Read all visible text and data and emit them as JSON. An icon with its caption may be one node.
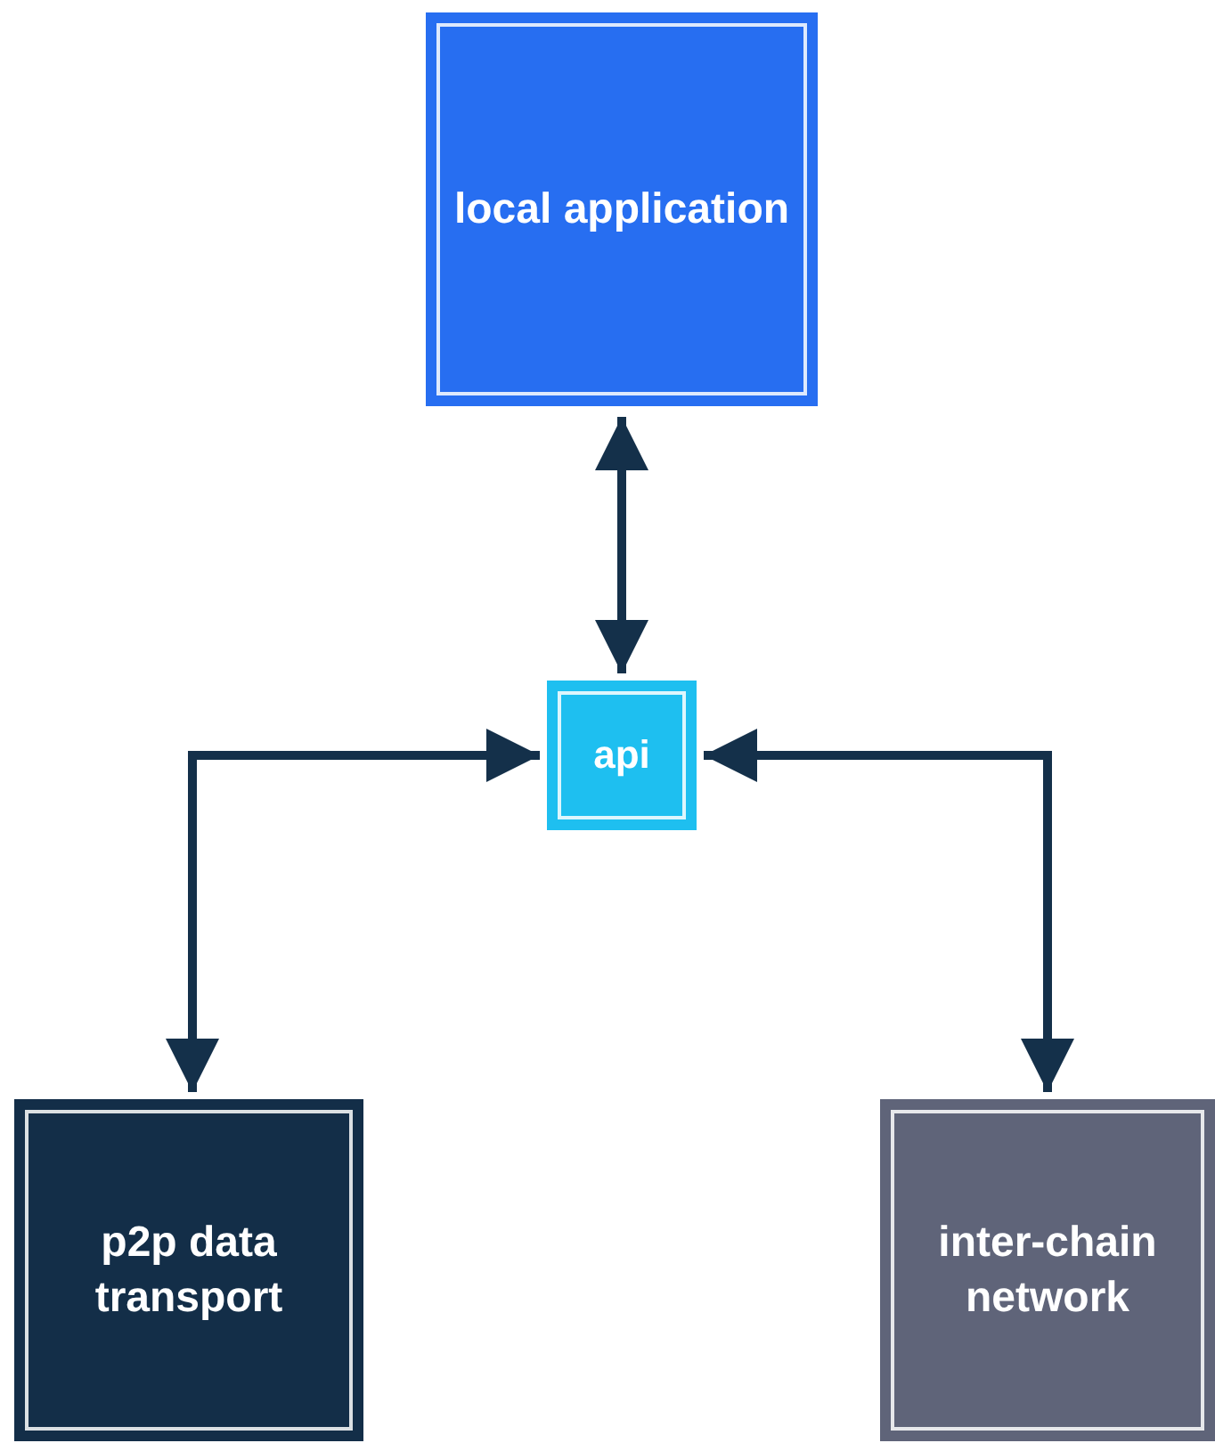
{
  "diagram": {
    "nodes": [
      {
        "text": [
          "local application"
        ]
      },
      {
        "text": [
          "api"
        ]
      },
      {
        "text": [
          "p2p data transport"
        ]
      },
      {
        "text": [
          "inter-chain network"
        ]
      }
    ],
    "edges": [
      {
        "from": 0,
        "to": 1,
        "arrow": "both"
      },
      {
        "from": 1,
        "to": 2,
        "arrow": "both"
      },
      {
        "from": 1,
        "to": 3,
        "arrow": "both"
      }
    ]
  }
}
